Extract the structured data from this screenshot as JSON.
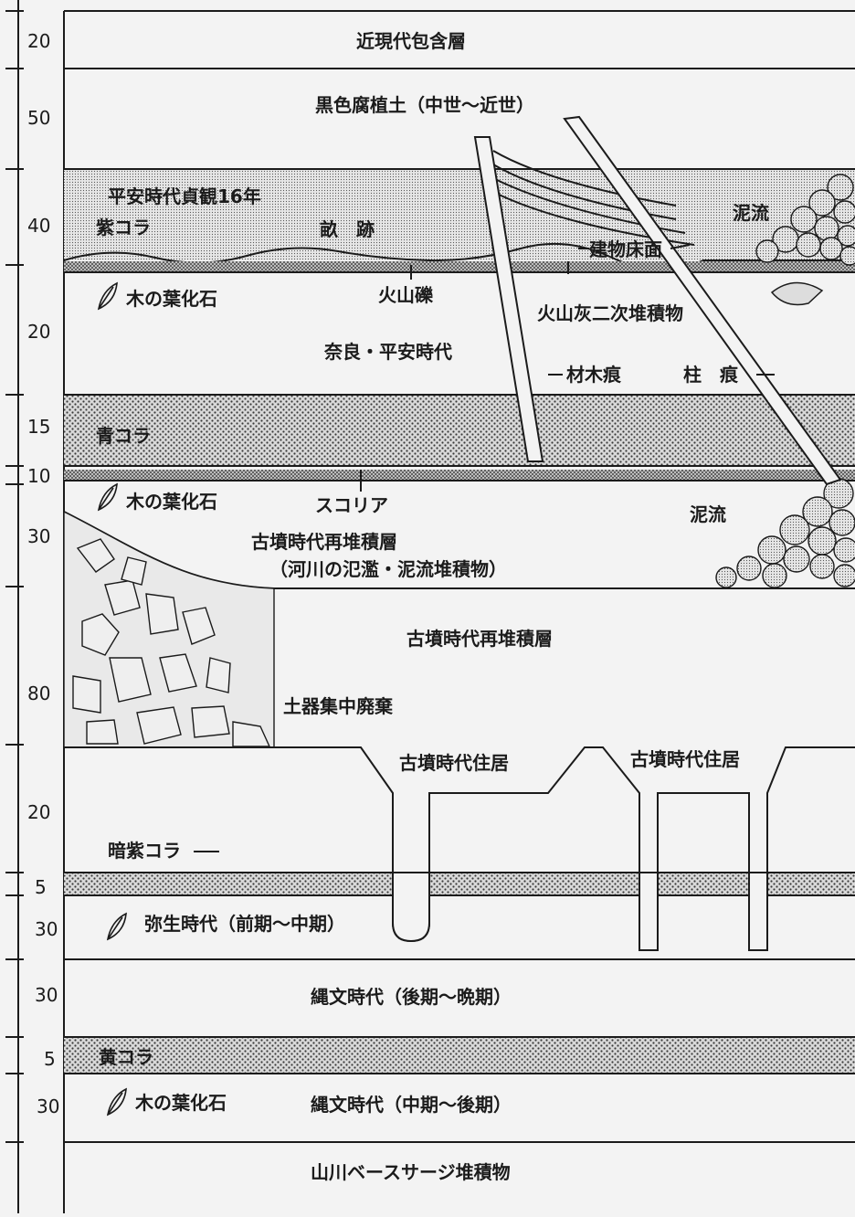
{
  "scale_ticks": [
    "20",
    "50",
    "40",
    "20",
    "15",
    "10",
    "30",
    "80",
    "20",
    "5",
    "30",
    "30",
    "5",
    "30"
  ],
  "layers": {
    "top": "近現代包含層",
    "humus": "黒色腐植土（中世～近世）",
    "heian_eruption": "平安時代貞観16年",
    "murasaki_kora": "紫コラ",
    "field_trace": "畝　跡",
    "mudflow_upper": "泥流",
    "leaf_fossil_1": "木の葉化石",
    "volcanic_gravel": "火山礫",
    "building_floor": "建物床面",
    "ash_secondary": "火山灰二次堆積物",
    "nara_heian": "奈良・平安時代",
    "timber_trace": "材木痕",
    "pillar_trace": "柱　痕",
    "ao_kora": "青コラ",
    "leaf_fossil_2": "木の葉化石",
    "scoria": "スコリア",
    "mudflow_lower": "泥流",
    "kofun_redeposit_1": "古墳時代再堆積層",
    "kofun_redeposit_1_note": "（河川の氾濫・泥流堆積物）",
    "kofun_redeposit_2": "古墳時代再堆積層",
    "pottery_dump": "土器集中廃棄",
    "kofun_dwelling_1": "古墳時代住居",
    "kofun_dwelling_2": "古墳時代住居",
    "anshi_kora": "暗紫コラ",
    "yayoi": "弥生時代（前期～中期）",
    "jomon_late": "縄文時代（後期～晩期）",
    "ki_kora": "黄コラ",
    "leaf_fossil_3": "木の葉化石",
    "jomon_mid": "縄文時代（中期～後期）",
    "base_surge": "山川ベースサージ堆積物"
  },
  "colors": {
    "ink": "#1b1b1b",
    "paper": "#f3f3f3"
  }
}
